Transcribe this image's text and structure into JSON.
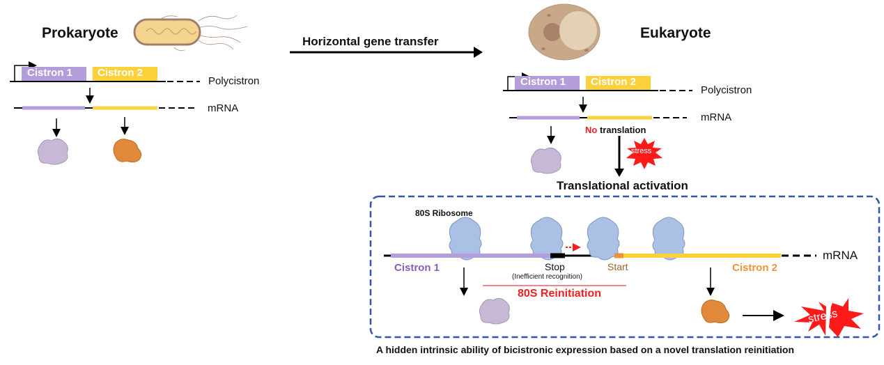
{
  "prokaryote": {
    "title": "Prokaryote",
    "cistron1": "Cistron 1",
    "cistron2": "Cistron 2",
    "polycistron": "Polycistron",
    "mrna": "mRNA"
  },
  "transfer": {
    "label": "Horizontal gene transfer"
  },
  "eukaryote": {
    "title": "Eukaryote",
    "cistron1": "Cistron 1",
    "cistron2": "Cistron 2",
    "polycistron": "Polycistron",
    "mrna": "mRNA",
    "no_word": "No",
    "translation_word": "translation",
    "stress": "stress",
    "activation": "Translational activation"
  },
  "reinitiation": {
    "ribosome_label": "80S Ribosome",
    "cistron1": "Cistron 1",
    "cistron2": "Cistron 2",
    "mrna": "mRNA",
    "stop": "Stop",
    "stop_note": "(Inefficient recognition)",
    "start": "Start",
    "reinit": "80S Reinitiation",
    "stress": "stress"
  },
  "caption": "A hidden intrinsic ability of bicistronic expression based on a novel translation reinitiation",
  "colors": {
    "cistron1": "#b39ddb",
    "cistron2": "#fdd13c",
    "protein1": "#c7b9d6",
    "protein2": "#e0893a",
    "ribosome": "#aac0e4",
    "stress": "#ff1a1a",
    "box": "#2f58a8",
    "red_text": "#f02020",
    "purple_text": "#8a5bbf",
    "orange_text": "#f0913b",
    "start_text": "#a0622a"
  }
}
